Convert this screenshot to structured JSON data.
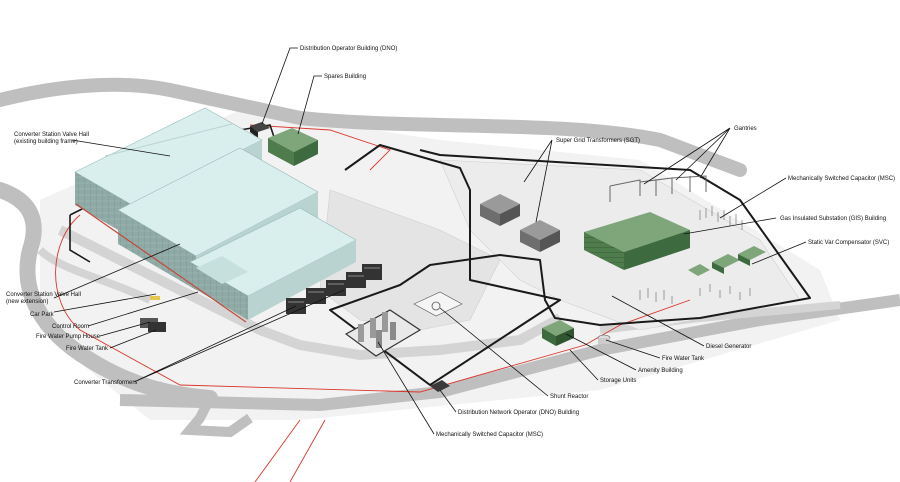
{
  "colors": {
    "road": "#bfbfbf",
    "road_edge": "#a6a6a6",
    "ground": "#f2f2f2",
    "valve_hall_roof": "#d9efee",
    "valve_hall_side": "#9fb6b3",
    "valve_hall_base": "#6a8f7c",
    "building_green": "#5f8c5a",
    "building_green_dark": "#3d6b3f",
    "fence": "#1a1a1a",
    "cable": "#d9352b",
    "equipment": "#6e6e6e"
  },
  "labels": {
    "dno_building": "Distribution Operator Building (DNO)",
    "spares_building": "Spares Building",
    "valve_hall_existing_1": "Converter Station Valve Hall",
    "valve_hall_existing_2": "(existing building frame)",
    "sgt": "Super Grid Transformers (SGT)",
    "gantries": "Gantries",
    "msc_right": "Mechanically Switched Capacitor (MSC)",
    "gis_building": "Gas Insulated Substation (GIS) Building",
    "svc": "Static Var Compensator (SVC)",
    "valve_hall_extension_1": "Converter Station Valve Hall",
    "valve_hall_extension_2": "(new extension)",
    "car_park": "Car Park",
    "control_room": "Control Room",
    "fire_water_pump_house": "Fire Water Pump House",
    "fire_water_tank_left": "Fire Water Tank",
    "converter_transformers": "Converter Transformers",
    "diesel_generator": "Diesel Generator",
    "fire_water_tank_right": "Fire Water Tank",
    "amenity_building": "Amenity Building",
    "storage_units": "Storage Units",
    "shunt_reactor": "Shunt Reactor",
    "dno_network_building": "Distribution Network Operator (DNO) Building",
    "msc_bottom": "Mechanically Switched Capacitor (MSC)"
  }
}
